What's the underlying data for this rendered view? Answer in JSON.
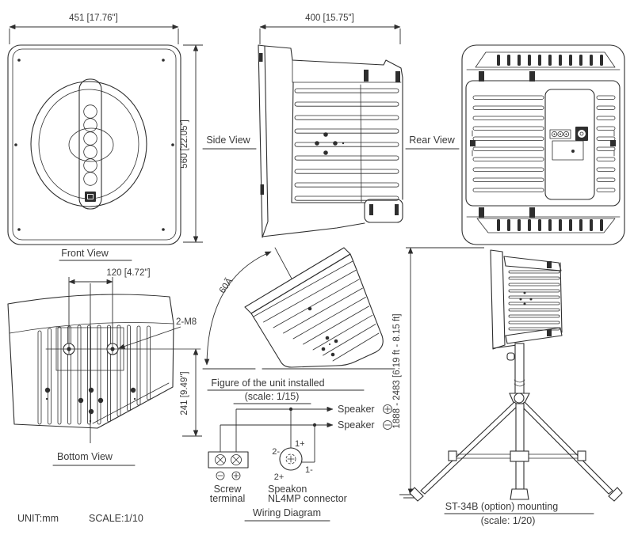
{
  "colors": {
    "line": "#2e2e2e",
    "text": "#3a3a3a",
    "background": "#ffffff"
  },
  "views": {
    "front": {
      "label": "Front View",
      "width_dim": "451 [17.76\"]",
      "height_dim": "560 [22.05\"]"
    },
    "side": {
      "label": "Side View",
      "depth_dim": "400 [15.75\"]"
    },
    "rear": {
      "label": "Rear View"
    },
    "bottom": {
      "label": "Bottom View",
      "mount_spacing_dim": "120 [4.72\"]",
      "rear_depth_dim": "241 [9.49\"]",
      "thread_spec": "2-M8"
    },
    "installed": {
      "label": "Figure of the unit installed",
      "scale_note": "(scale: 1/15)",
      "tilt_angle": "60Ã"
    },
    "stand": {
      "label": "ST-34B (option) mounting",
      "scale_note": "(scale: 1/20)",
      "height_range_dim": "1888 - 2483 [6.19 ft - 8.15 ft]"
    }
  },
  "wiring": {
    "label": "Wiring Diagram",
    "speaker_positive": "Speaker",
    "speaker_negative": "Speaker",
    "screw_terminal_line1": "Screw",
    "screw_terminal_line2": "terminal",
    "speakon_line1": "Speakon",
    "speakon_line2": "NL4MP connector",
    "pin_1_plus": "1+",
    "pin_1_minus": "1-",
    "pin_2_plus": "2+",
    "pin_2_minus": "2-"
  },
  "footer": {
    "unit_note": "UNIT:mm",
    "scale_note": "SCALE:1/10"
  }
}
